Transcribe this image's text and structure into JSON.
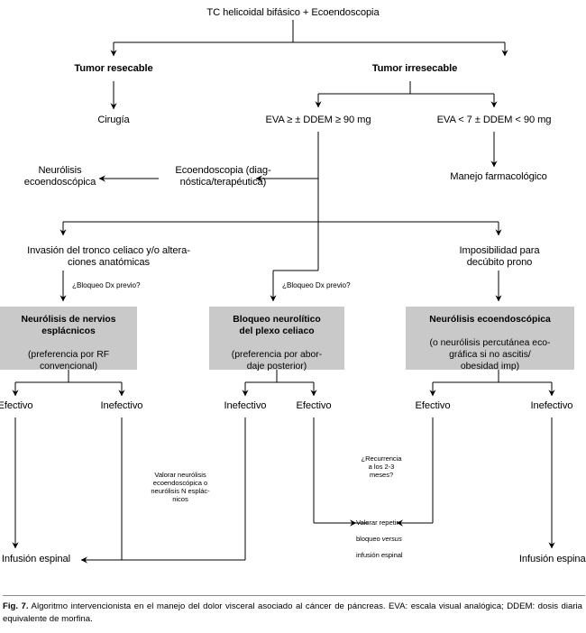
{
  "figure": {
    "label": "Fig. 7.",
    "caption": "Algoritmo intervencionista en el manejo del dolor visceral asociado al cáncer de páncreas. EVA: escala visual analógica; DDEM: dosis diaria equivalente de morfina.",
    "background_color": "#ffffff",
    "box_fill_color": "#c9c9c9",
    "line_color": "#000000"
  },
  "nodes": {
    "root": "TC helicoidal bifásico + Ecoendoscopia",
    "tumor_resecable": "Tumor resecable",
    "tumor_irresecable": "Tumor irresecable",
    "cirugia": "Cirugía",
    "eva_high": "EVA ≥ ± DDEM ≥ 90 mg",
    "eva_low": "EVA < 7 ± DDEM < 90 mg",
    "manejo_farmacologico": "Manejo farmacológico",
    "ecoendoscopia": "Ecoendoscopia (diag-\nnóstica/terapéutica)",
    "neurolisis_ecoendoscopica": "Neurólisis\necoendoscópica",
    "invasion_tronco": "Invasión del tronco celiaco y/o altera-\nciones anatómicas",
    "imposibilidad_decubito": "Imposibilidad para\ndecúbito prono",
    "bloqueo_dx_previo_left": "¿Bloqueo Dx previo?",
    "bloqueo_dx_previo_mid": "¿Bloqueo Dx previo?",
    "valorar_neurolisis": "Valorar neurólisis\necoendoscópica o\nneurólisis N esplác-\nnicos",
    "recurrencia": "¿Recurrencia\na los 2-3\nmeses?",
    "valorar_repetir_1": "Valorar repetir",
    "valorar_repetir_2": "bloqueo ",
    "valorar_repetir_2_ital": "versus",
    "valorar_repetir_3": "infusión espinal",
    "infusion_espinal_left": "Infusión espinal",
    "infusion_espinal_right": "Infusión espinal"
  },
  "treatment_boxes": [
    {
      "id": "neurolisis-nervios-esplacnicos",
      "head": "Neurólisis de nervios\nesplácnicos",
      "body": "(preferencia por RF\nconvencional)"
    },
    {
      "id": "bloqueo-neurolitico-plexo-celiaco",
      "head": "Bloqueo neurolítico\ndel plexo celiaco",
      "body": "(preferencia por abor-\ndaje posterior)"
    },
    {
      "id": "neurolisis-ecoendoscopica-box",
      "head": "Neurólisis ecoendoscópica",
      "body": "(o neurólisis percutánea eco-\ngráfica si no ascitis/\nobesidad imp)"
    }
  ],
  "outcomes": {
    "left_effective": "Efectivo",
    "left_ineffective": "Inefectivo",
    "mid_ineffective": "Inefectivo",
    "mid_effective": "Efectivo",
    "right_effective": "Efectivo",
    "right_ineffective": "Inefectivo"
  }
}
